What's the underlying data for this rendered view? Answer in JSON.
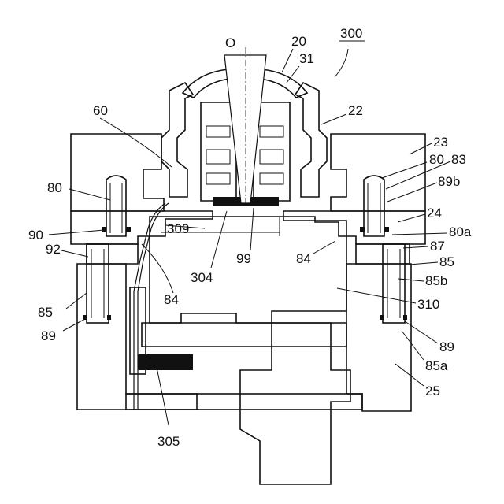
{
  "drawing": {
    "figure_number": "300",
    "optical_axis_label": "O",
    "labels": [
      {
        "id": "l20",
        "text": "20"
      },
      {
        "id": "l31",
        "text": "31"
      },
      {
        "id": "l300",
        "text": "300"
      },
      {
        "id": "l60",
        "text": "60"
      },
      {
        "id": "l22",
        "text": "22"
      },
      {
        "id": "l23",
        "text": "23"
      },
      {
        "id": "l80l",
        "text": "80"
      },
      {
        "id": "l80r",
        "text": "80"
      },
      {
        "id": "l83",
        "text": "83"
      },
      {
        "id": "l89b",
        "text": "89b"
      },
      {
        "id": "l24",
        "text": "24"
      },
      {
        "id": "l90",
        "text": "90"
      },
      {
        "id": "l309",
        "text": "309"
      },
      {
        "id": "l80a",
        "text": "80a"
      },
      {
        "id": "l92",
        "text": "92"
      },
      {
        "id": "l87",
        "text": "87"
      },
      {
        "id": "l85r",
        "text": "85"
      },
      {
        "id": "l304",
        "text": "304"
      },
      {
        "id": "l99",
        "text": "99"
      },
      {
        "id": "l84r",
        "text": "84"
      },
      {
        "id": "l85b",
        "text": "85b"
      },
      {
        "id": "l85l",
        "text": "85"
      },
      {
        "id": "l84l",
        "text": "84"
      },
      {
        "id": "l310",
        "text": "310"
      },
      {
        "id": "l89l",
        "text": "89"
      },
      {
        "id": "l89r",
        "text": "89"
      },
      {
        "id": "l85a",
        "text": "85a"
      },
      {
        "id": "l25",
        "text": "25"
      },
      {
        "id": "l305",
        "text": "305"
      }
    ]
  }
}
